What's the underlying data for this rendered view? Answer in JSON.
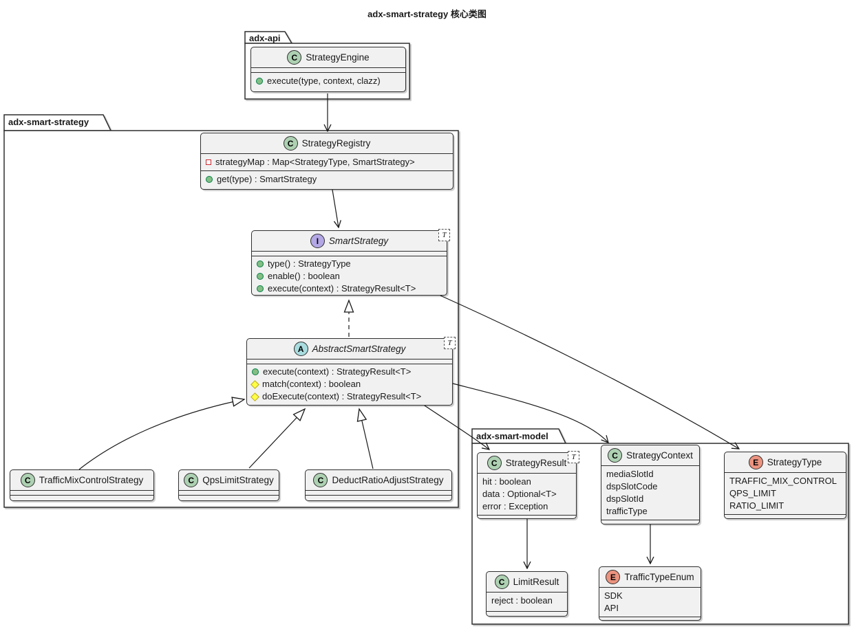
{
  "title": "adx-smart-strategy 核心类图",
  "packages": {
    "api": {
      "label": "adx-api"
    },
    "strategy": {
      "label": "adx-smart-strategy"
    },
    "model": {
      "label": "adx-smart-model"
    }
  },
  "classes": {
    "strategyEngine": {
      "badge": "C",
      "kind": "class",
      "name": "StrategyEngine",
      "methods": [
        {
          "v": "public",
          "t": "execute(type, context, clazz)"
        }
      ]
    },
    "strategyRegistry": {
      "badge": "C",
      "kind": "class",
      "name": "StrategyRegistry",
      "fields": [
        {
          "v": "private",
          "t": "strategyMap : Map<StrategyType, SmartStrategy>"
        }
      ],
      "methods": [
        {
          "v": "public",
          "t": "get(type) : SmartStrategy"
        }
      ]
    },
    "smartStrategy": {
      "badge": "I",
      "kind": "interface",
      "name": "SmartStrategy",
      "generic": "T",
      "methods": [
        {
          "v": "public",
          "t": "type() : StrategyType"
        },
        {
          "v": "public",
          "t": "enable() : boolean"
        },
        {
          "v": "public",
          "t": "execute(context) : StrategyResult<T>"
        }
      ]
    },
    "abstractSmartStrategy": {
      "badge": "A",
      "kind": "abstract class",
      "name": "AbstractSmartStrategy",
      "generic": "T",
      "methods": [
        {
          "v": "public",
          "t": "execute(context) : StrategyResult<T>"
        },
        {
          "v": "protected",
          "t": "match(context) : boolean"
        },
        {
          "v": "protected",
          "t": "doExecute(context) : StrategyResult<T>"
        }
      ]
    },
    "trafficMixControlStrategy": {
      "badge": "C",
      "kind": "class",
      "name": "TrafficMixControlStrategy"
    },
    "qpsLimitStrategy": {
      "badge": "C",
      "kind": "class",
      "name": "QpsLimitStrategy"
    },
    "deductRatioAdjustStrategy": {
      "badge": "C",
      "kind": "class",
      "name": "DeductRatioAdjustStrategy"
    },
    "strategyResult": {
      "badge": "C",
      "kind": "class",
      "name": "StrategyResult",
      "generic": "T",
      "fields": [
        {
          "v": "none",
          "t": "hit : boolean"
        },
        {
          "v": "none",
          "t": "data : Optional<T>"
        },
        {
          "v": "none",
          "t": "error : Exception"
        }
      ]
    },
    "strategyContext": {
      "badge": "C",
      "kind": "class",
      "name": "StrategyContext",
      "fields": [
        {
          "v": "none",
          "t": "mediaSlotId"
        },
        {
          "v": "none",
          "t": "dspSlotCode"
        },
        {
          "v": "none",
          "t": "dspSlotId"
        },
        {
          "v": "none",
          "t": "trafficType"
        }
      ]
    },
    "strategyType": {
      "badge": "E",
      "kind": "enum",
      "name": "StrategyType",
      "constants": [
        "TRAFFIC_MIX_CONTROL",
        "QPS_LIMIT",
        "RATIO_LIMIT"
      ]
    },
    "limitResult": {
      "badge": "C",
      "kind": "class",
      "name": "LimitResult",
      "fields": [
        {
          "v": "none",
          "t": "reject : boolean"
        }
      ]
    },
    "trafficTypeEnum": {
      "badge": "E",
      "kind": "enum",
      "name": "TrafficTypeEnum",
      "constants": [
        "SDK",
        "API"
      ]
    }
  },
  "relations": [
    {
      "from": "StrategyEngine",
      "to": "StrategyRegistry",
      "type": "directed-association"
    },
    {
      "from": "StrategyRegistry",
      "to": "SmartStrategy",
      "type": "directed-association"
    },
    {
      "from": "AbstractSmartStrategy",
      "to": "SmartStrategy",
      "type": "realization"
    },
    {
      "from": "TrafficMixControlStrategy",
      "to": "AbstractSmartStrategy",
      "type": "extension"
    },
    {
      "from": "QpsLimitStrategy",
      "to": "AbstractSmartStrategy",
      "type": "extension"
    },
    {
      "from": "DeductRatioAdjustStrategy",
      "to": "AbstractSmartStrategy",
      "type": "extension"
    },
    {
      "from": "AbstractSmartStrategy",
      "to": "StrategyResult",
      "type": "directed-association"
    },
    {
      "from": "AbstractSmartStrategy",
      "to": "StrategyContext",
      "type": "directed-association"
    },
    {
      "from": "SmartStrategy",
      "to": "StrategyType",
      "type": "directed-association"
    },
    {
      "from": "StrategyResult",
      "to": "LimitResult",
      "type": "directed-association"
    },
    {
      "from": "StrategyContext",
      "to": "TrafficTypeEnum",
      "type": "directed-association"
    }
  ],
  "colors": {
    "box_fill": "#F1F1F1",
    "line": "#181818",
    "class_badge": "#ADD1B2",
    "interface_badge": "#B4A7E5",
    "abstract_badge": "#A9DCDF",
    "enum_badge": "#EB937F",
    "public_icon": "#84BE84",
    "private_icon": "#C82930",
    "protected_icon": "#FFFF44"
  }
}
